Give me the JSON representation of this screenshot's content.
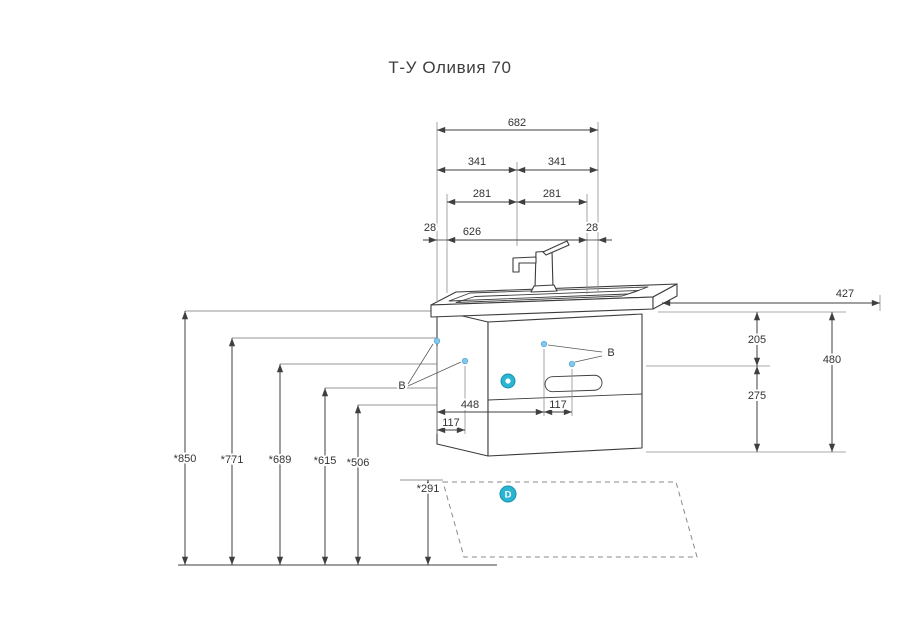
{
  "title": "Т-У Оливия 70",
  "colors": {
    "accent_teal": "#2ab5d2",
    "mount_dot_blue": "#82c8ec",
    "line_dark": "#3f3f3f",
    "line_light": "#8a8a8a",
    "background": "#ffffff"
  },
  "drawing": {
    "top": {
      "overall": "682",
      "half_left": "341",
      "half_right": "341",
      "offset_left": "281",
      "offset_right": "281",
      "edge_left": "28",
      "inner": "626",
      "edge_right": "28"
    },
    "right": {
      "depth": "427",
      "top_to_mount": "205",
      "overall_height": "480",
      "mount_to_bottom": "275"
    },
    "mounting": {
      "span": "448",
      "offset_left": "117",
      "offset_right": "117",
      "label_left": "В",
      "label_right": "В"
    },
    "heights": [
      "*850",
      "*771",
      "*689",
      "*615",
      "*506",
      "*291"
    ],
    "drain": {
      "label": "D"
    }
  }
}
